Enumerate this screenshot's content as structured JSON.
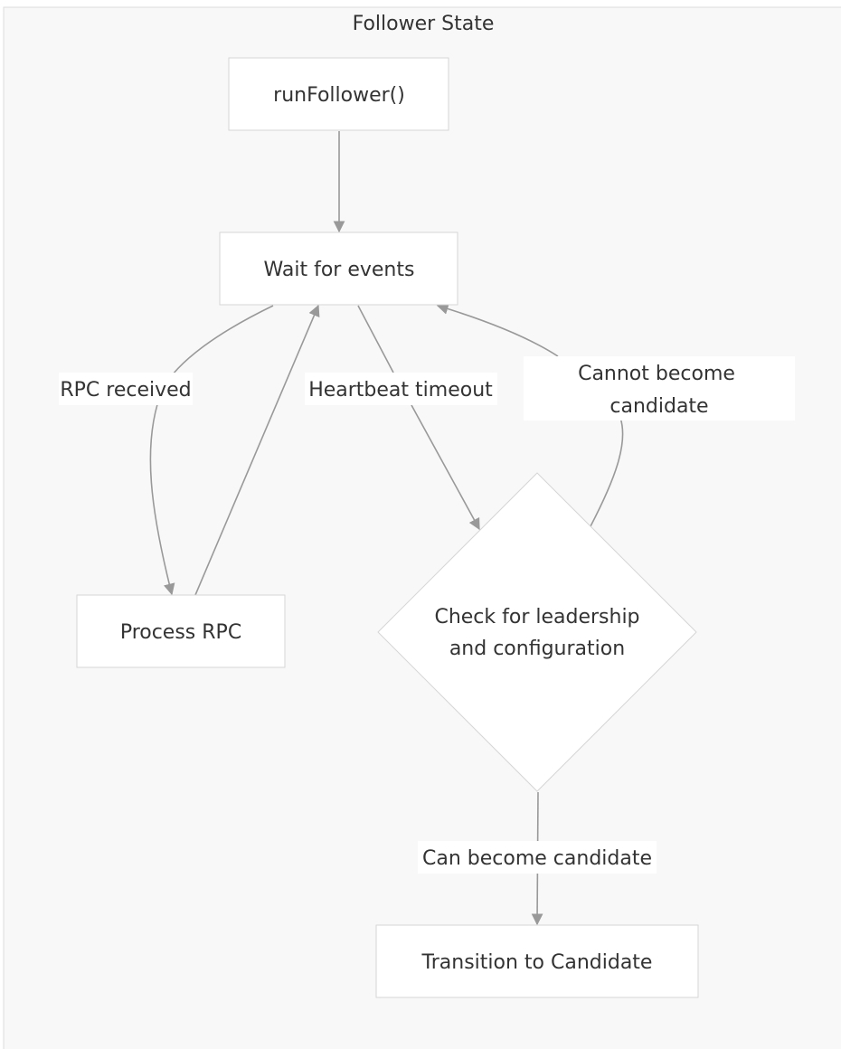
{
  "diagram": {
    "title": "Follower State",
    "nodes": {
      "run_follower": "runFollower()",
      "wait_events": "Wait for events",
      "process_rpc": "Process RPC",
      "check_leadership": [
        "Check for leadership",
        "and configuration"
      ],
      "transition_candidate": "Transition to Candidate"
    },
    "edges": {
      "rpc_received": "RPC received",
      "heartbeat_timeout": "Heartbeat timeout",
      "cannot_become": [
        "Cannot become",
        "candidate"
      ],
      "can_become": "Can become candidate"
    },
    "colors": {
      "cluster_fill": "#f8f8f8",
      "cluster_stroke": "#dddddd",
      "node_fill": "#ffffff",
      "node_stroke": "#d6d6d6",
      "edge": "#999999",
      "text": "#333333"
    }
  }
}
